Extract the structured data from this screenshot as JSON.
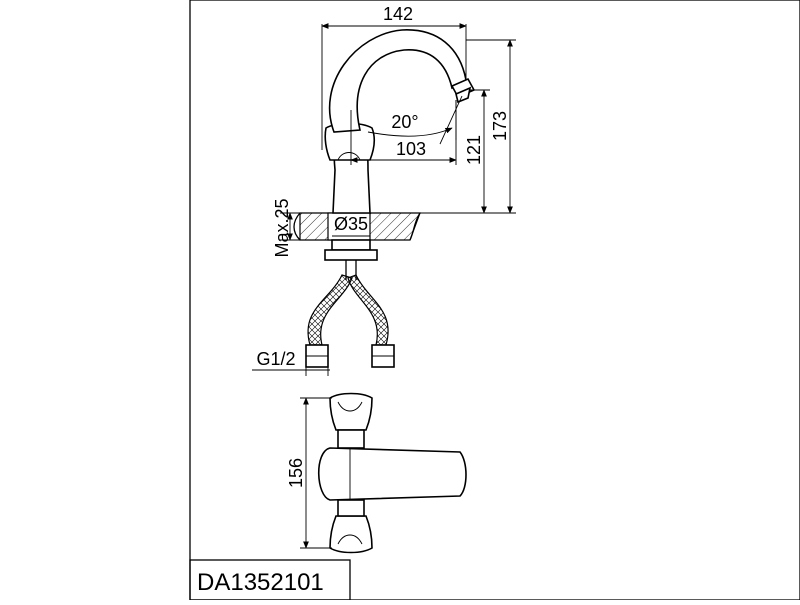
{
  "drawing": {
    "dimensions": {
      "width_top": "142",
      "height_total": "173",
      "height_spout": "121",
      "reach": "103",
      "angle": "20°",
      "hole_diameter": "Ø35",
      "max_thickness": "Max.25",
      "thread": "G1/2",
      "length_handles": "156"
    },
    "product_code": "DA1352101"
  }
}
